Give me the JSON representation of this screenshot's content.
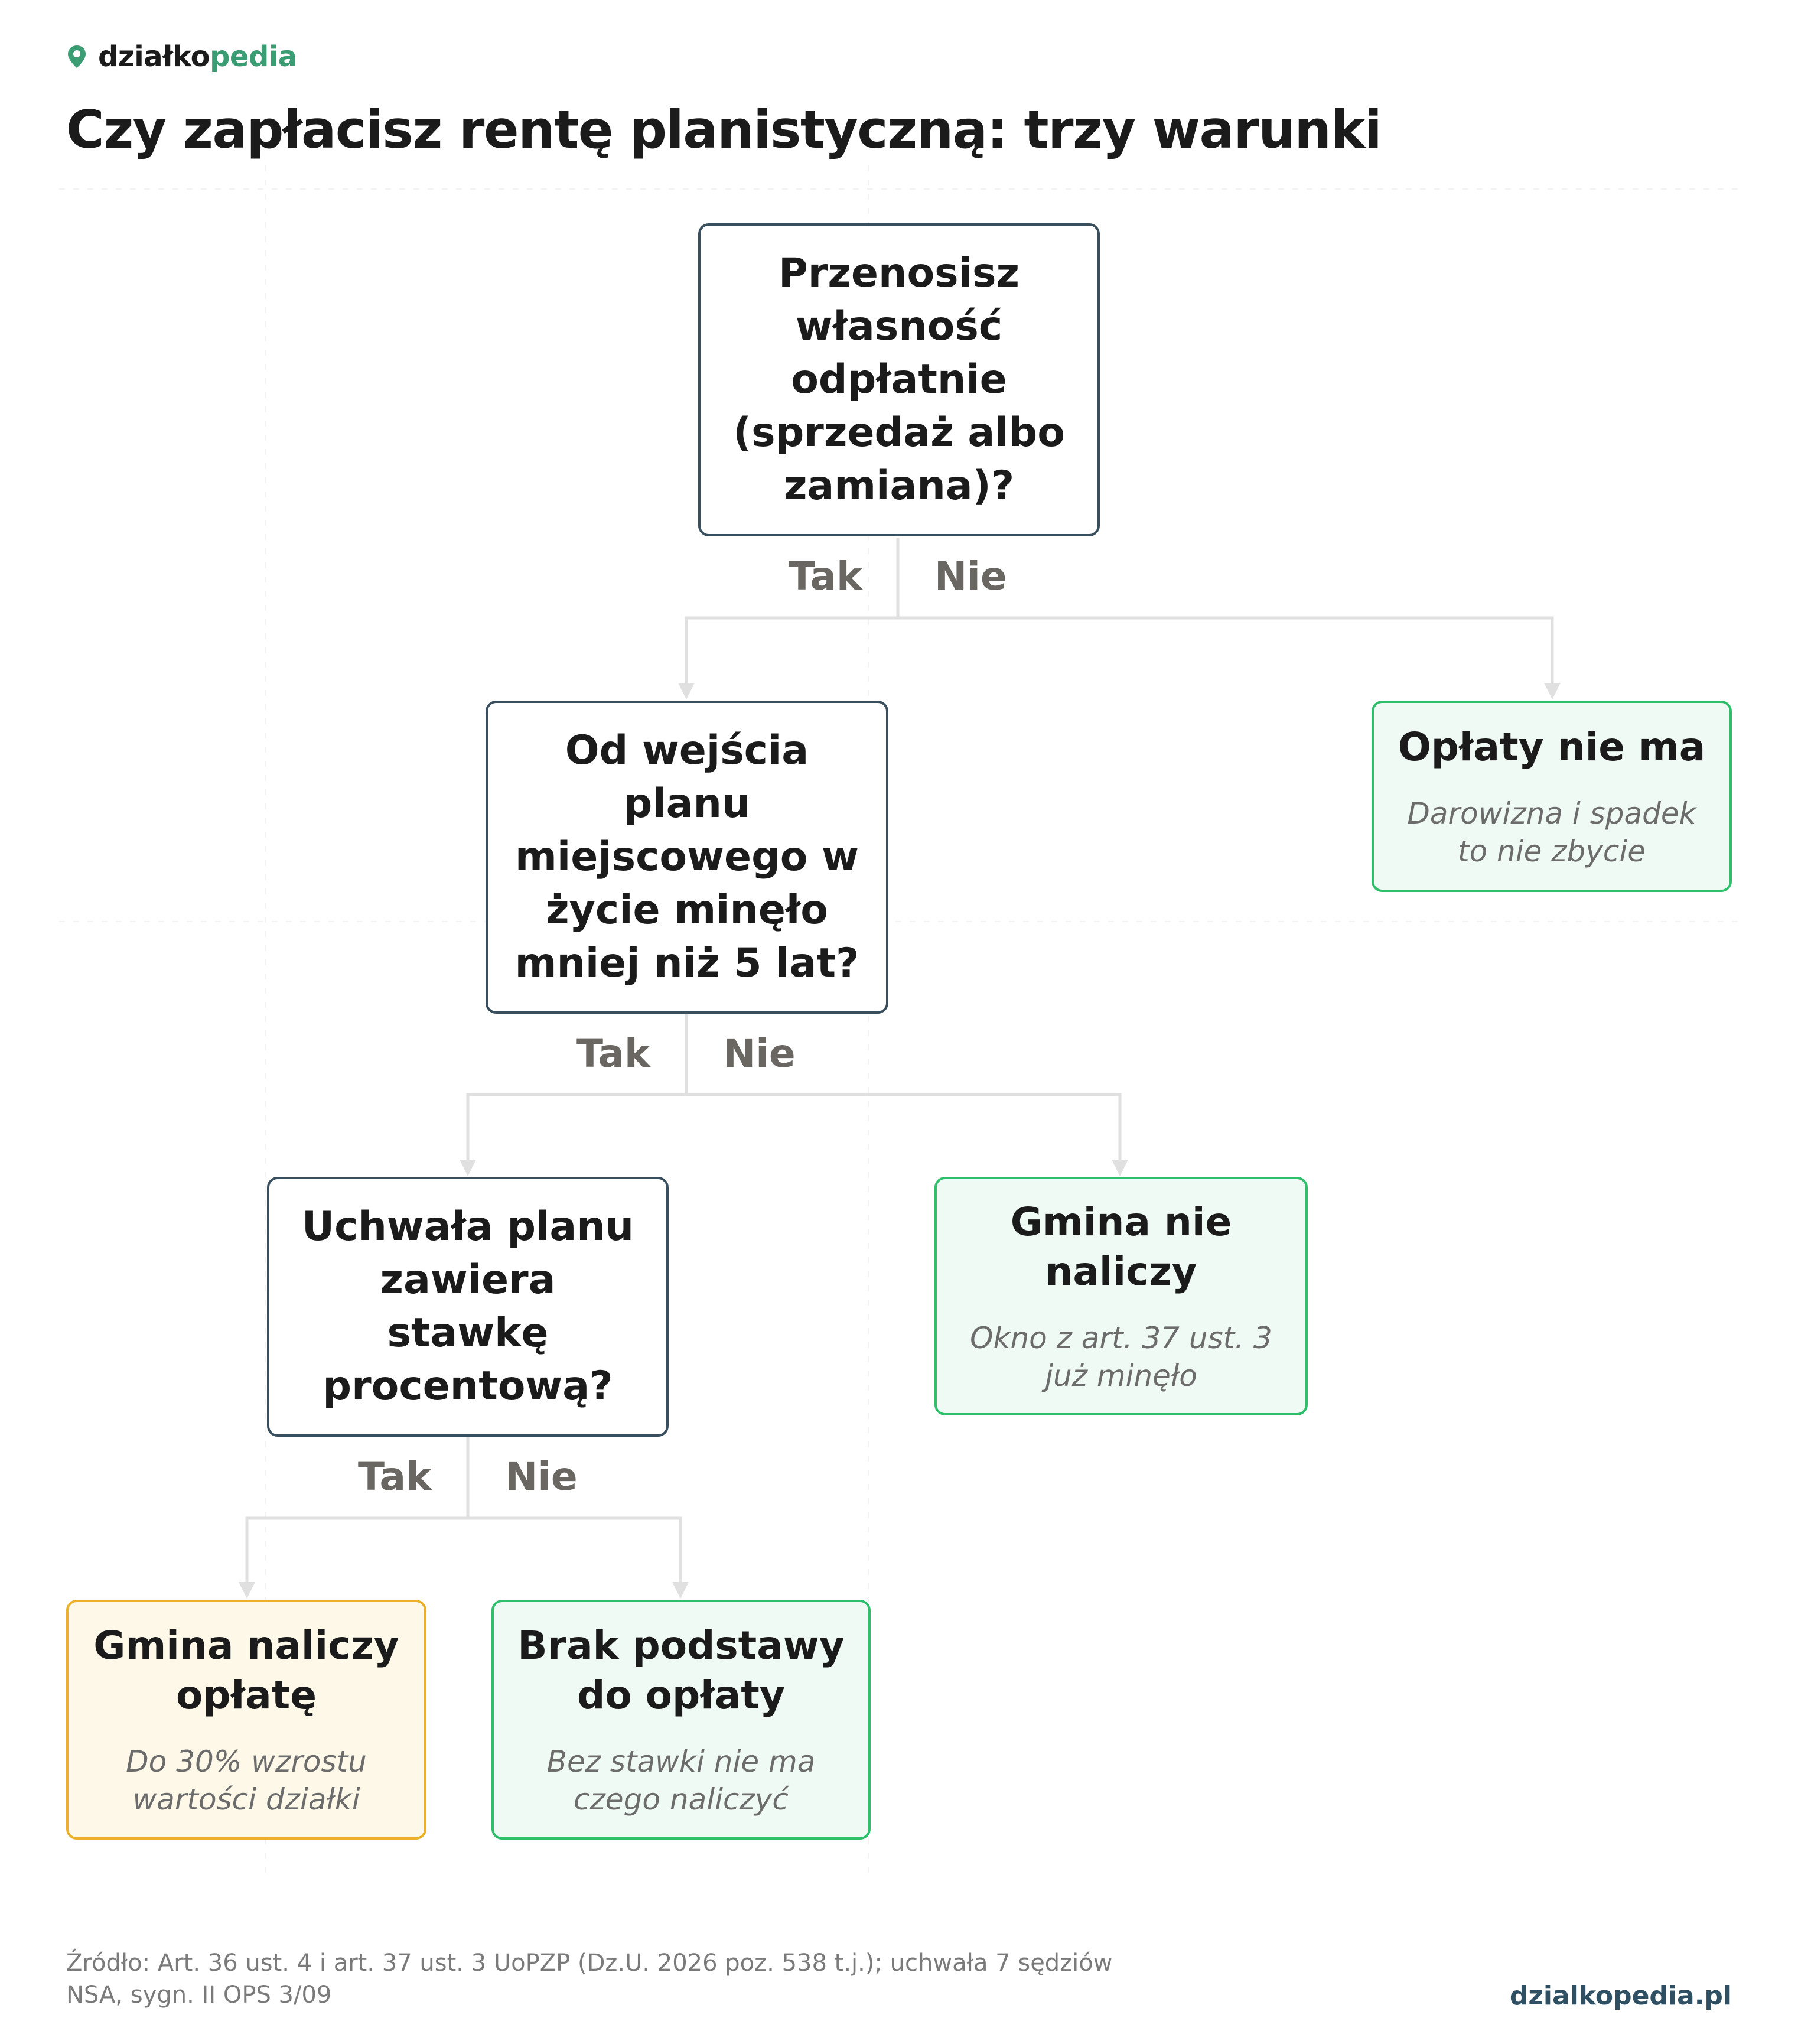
{
  "brand": {
    "name_part1": "działko",
    "name_part2": "pedia",
    "accent_color": "#3b9d73",
    "icon": "map-pin-icon"
  },
  "title": "Czy zapłacisz rentę planistyczną: trzy warunki",
  "flow": {
    "q1": {
      "text": "Przenosisz własność odpłatnie (sprzedaż albo zamiana)?",
      "yes_label": "Tak",
      "no_label": "Nie"
    },
    "q2": {
      "text": "Od wejścia planu miejscowego w życie minęło mniej niż 5 lat?",
      "yes_label": "Tak",
      "no_label": "Nie"
    },
    "q3": {
      "text": "Uchwała planu zawiera stawkę procentową?",
      "yes_label": "Tak",
      "no_label": "Nie"
    },
    "r_no_fee": {
      "title": "Opłaty nie ma",
      "desc": "Darowizna i spadek to nie zbycie"
    },
    "r_no_charge": {
      "title": "Gmina nie naliczy",
      "desc": "Okno z art. 37 ust. 3 już minęło"
    },
    "r_charge": {
      "title": "Gmina naliczy opłatę",
      "desc": "Do 30% wzrostu wartości działki"
    },
    "r_no_basis": {
      "title": "Brak podstawy do opłaty",
      "desc": "Bez stawki nie ma czego naliczyć"
    }
  },
  "colors": {
    "question_border": "#3a4f5e",
    "result_green_border": "#2dbf6a",
    "result_green_fill": "#f0faf4",
    "result_amber_border": "#ecb02a",
    "result_amber_fill": "#fef8e8",
    "connector": "#e0e0e0"
  },
  "footer": {
    "source_line1": "Źródło: Art. 36 ust. 4 i art. 37 ust. 3 UoPZP (Dz.U. 2026 poz. 538 t.j.); uchwała 7 sędziów",
    "source_line2": "NSA, sygn. II OPS 3/09",
    "site": "dzialkopedia.pl"
  }
}
